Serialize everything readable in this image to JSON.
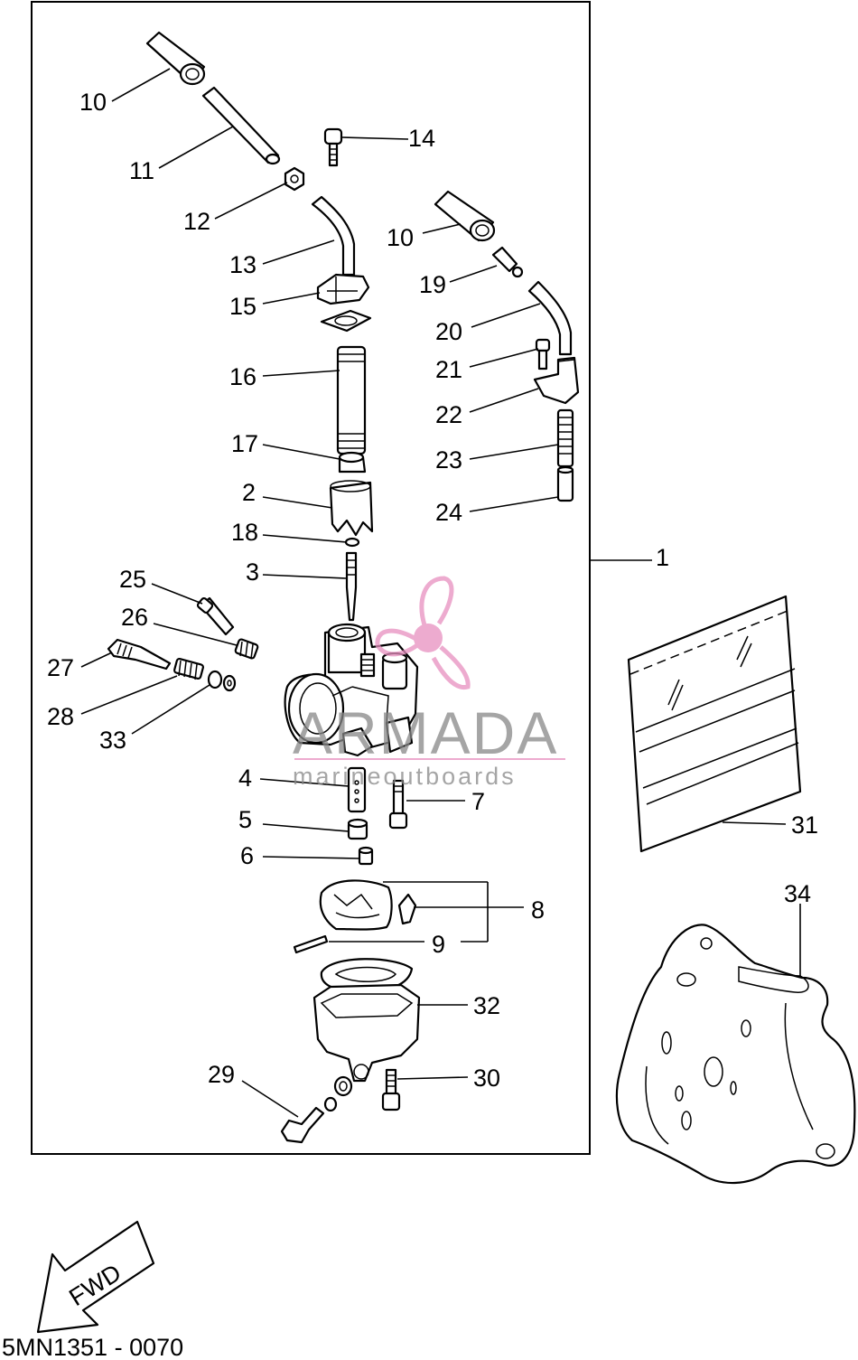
{
  "diagram": {
    "code": "5MN1351 - 0070",
    "direction_label": "FWD",
    "callouts": [
      {
        "id": "c10a",
        "text": "10"
      },
      {
        "id": "c11",
        "text": "11"
      },
      {
        "id": "c12",
        "text": "12"
      },
      {
        "id": "c13",
        "text": "13"
      },
      {
        "id": "c14",
        "text": "14"
      },
      {
        "id": "c15",
        "text": "15"
      },
      {
        "id": "c16",
        "text": "16"
      },
      {
        "id": "c17",
        "text": "17"
      },
      {
        "id": "c2",
        "text": "2"
      },
      {
        "id": "c18",
        "text": "18"
      },
      {
        "id": "c3",
        "text": "3"
      },
      {
        "id": "c25",
        "text": "25"
      },
      {
        "id": "c26",
        "text": "26"
      },
      {
        "id": "c27",
        "text": "27"
      },
      {
        "id": "c28",
        "text": "28"
      },
      {
        "id": "c33",
        "text": "33"
      },
      {
        "id": "c4",
        "text": "4"
      },
      {
        "id": "c5",
        "text": "5"
      },
      {
        "id": "c6",
        "text": "6"
      },
      {
        "id": "c7",
        "text": "7"
      },
      {
        "id": "c8",
        "text": "8"
      },
      {
        "id": "c9",
        "text": "9"
      },
      {
        "id": "c32",
        "text": "32"
      },
      {
        "id": "c29",
        "text": "29"
      },
      {
        "id": "c30",
        "text": "30"
      },
      {
        "id": "c10b",
        "text": "10"
      },
      {
        "id": "c19",
        "text": "19"
      },
      {
        "id": "c20",
        "text": "20"
      },
      {
        "id": "c21",
        "text": "21"
      },
      {
        "id": "c22",
        "text": "22"
      },
      {
        "id": "c23",
        "text": "23"
      },
      {
        "id": "c24",
        "text": "24"
      },
      {
        "id": "c1",
        "text": "1"
      },
      {
        "id": "c31",
        "text": "31"
      },
      {
        "id": "c34",
        "text": "34"
      }
    ]
  },
  "watermark": {
    "brand": "ARMADA",
    "tagline": "marineoutboards",
    "accent_color": "#e78fbf"
  }
}
